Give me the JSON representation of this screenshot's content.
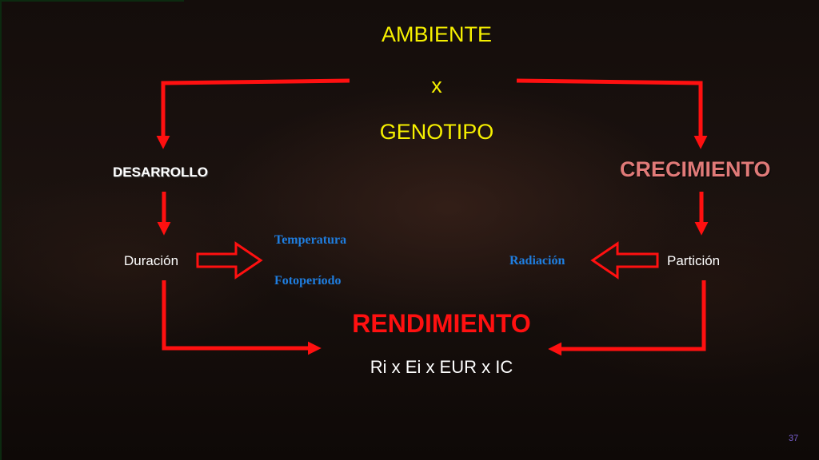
{
  "diagram": {
    "top": {
      "ambiente": "AMBIENTE",
      "times": "x",
      "genotipo": "GENOTIPO"
    },
    "left": {
      "desarrollo": "DESARROLLO",
      "duracion": "Duración",
      "temperatura": "Temperatura",
      "fotoperiodo": "Fotoperíodo"
    },
    "right": {
      "crecimiento": "CRECIMIENTO",
      "particion": "Partición",
      "radiacion": "Radiación"
    },
    "bottom": {
      "rendimiento": "RENDIMIENTO",
      "formula": "Ri x Ei x EUR x IC"
    },
    "page_number": "37"
  },
  "colors": {
    "arrow": "#ff1010",
    "title_text": "#f6f000",
    "crecimiento_text": "#e07a78",
    "factor_text": "#1f7ee0",
    "rendimiento_text": "#ff1010"
  }
}
